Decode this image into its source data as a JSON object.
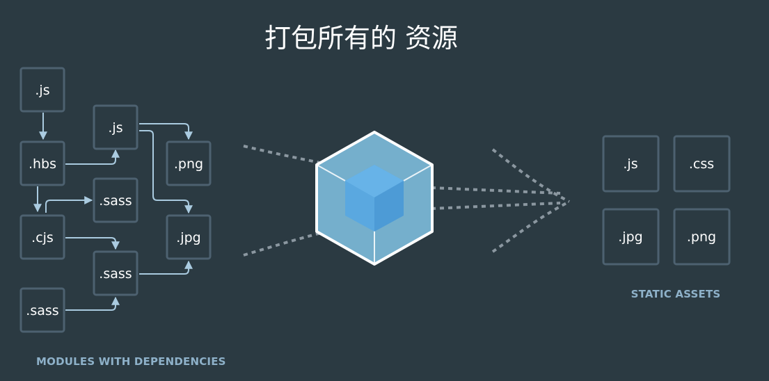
{
  "title": "打包所有的 资源",
  "modules": {
    "caption": "MODULES WITH DEPENDENCIES",
    "items": [
      ".js",
      ".hbs",
      ".cjs",
      ".sass",
      ".js",
      ".sass",
      ".sass",
      ".png",
      ".jpg"
    ]
  },
  "assets": {
    "caption": "STATIC ASSETS",
    "items": [
      ".js",
      ".css",
      ".jpg",
      ".png"
    ]
  },
  "colors": {
    "background": "#2b3a42",
    "box_border": "#4d6170",
    "connector": "#aacbe0",
    "caption": "#8eb1c9",
    "cube_outer": "#75afcc",
    "cube_inner": "#5aa8e0"
  }
}
